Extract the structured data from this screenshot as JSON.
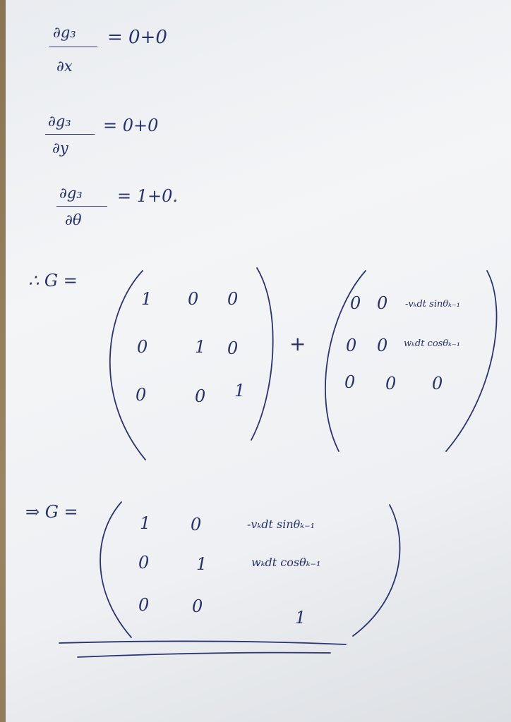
{
  "derivatives": [
    {
      "numerator": "∂g₃",
      "denominator": "∂x",
      "rhs": "= 0+0"
    },
    {
      "numerator": "∂g₃",
      "denominator": "∂y",
      "rhs": "= 0+0"
    },
    {
      "numerator": "∂g₃",
      "denominator": "∂θ",
      "rhs": "= 1+0."
    }
  ],
  "first_eq": {
    "prefix": "∴ G =",
    "identity": [
      [
        "1",
        "0",
        "0"
      ],
      [
        "0",
        "1",
        "0"
      ],
      [
        "0",
        "0",
        "1"
      ]
    ],
    "plus": "+",
    "jac": [
      [
        "0",
        "0",
        "-vₖdt sinθₖ₋₁"
      ],
      [
        "0",
        "0",
        "wₖdt cosθₖ₋₁"
      ],
      [
        "0",
        "0",
        "0"
      ]
    ]
  },
  "second_eq": {
    "prefix": "⇒ G =",
    "matrix": [
      [
        "1",
        "0",
        "-vₖdt sinθₖ₋₁"
      ],
      [
        "0",
        "1",
        "wₖdt cosθₖ₋₁"
      ],
      [
        "0",
        "0",
        "1"
      ]
    ]
  }
}
